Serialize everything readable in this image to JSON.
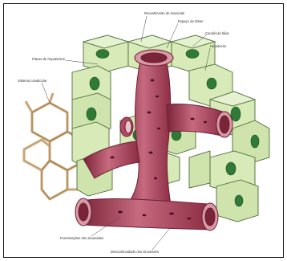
{
  "labels": {
    "revestimento": "Revestimento do sinusoide",
    "disse": "Espaço de Disse",
    "canaliculo": "Canalículo biliar",
    "hepatocito": "Hepatócito",
    "placas": "Placas de hepatócitos",
    "sistema": "Sistema canalicular",
    "fenestracoes": "Fenestrações dos sinusoides",
    "descontinuidade": "Descontinuidade dos sinusoides"
  },
  "colors": {
    "cell_fill": "#d7eab7",
    "cell_shade": "#b9d694",
    "nucleus": "#2e7a36",
    "vessel": "#b04a62",
    "vessel_light": "#d99aa8",
    "vessel_dark": "#6e1f33",
    "canal": "#c9a676"
  }
}
